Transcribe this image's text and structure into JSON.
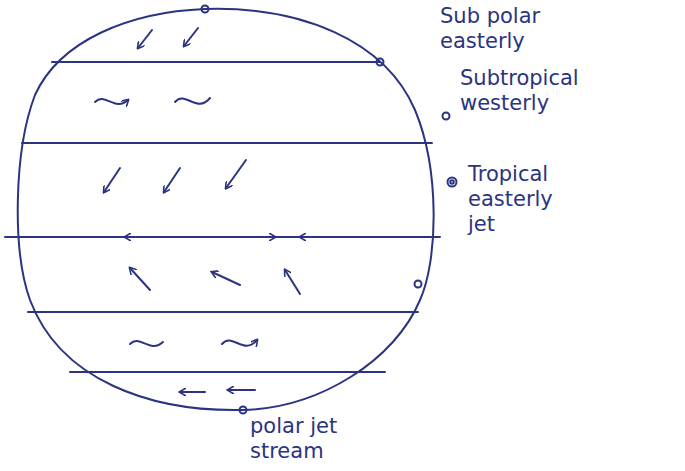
{
  "diagram": {
    "labels": [
      "Sub polar easterly",
      "Subtropical westerly",
      "Tropical easterly jet",
      "polar jet stream"
    ]
  }
}
